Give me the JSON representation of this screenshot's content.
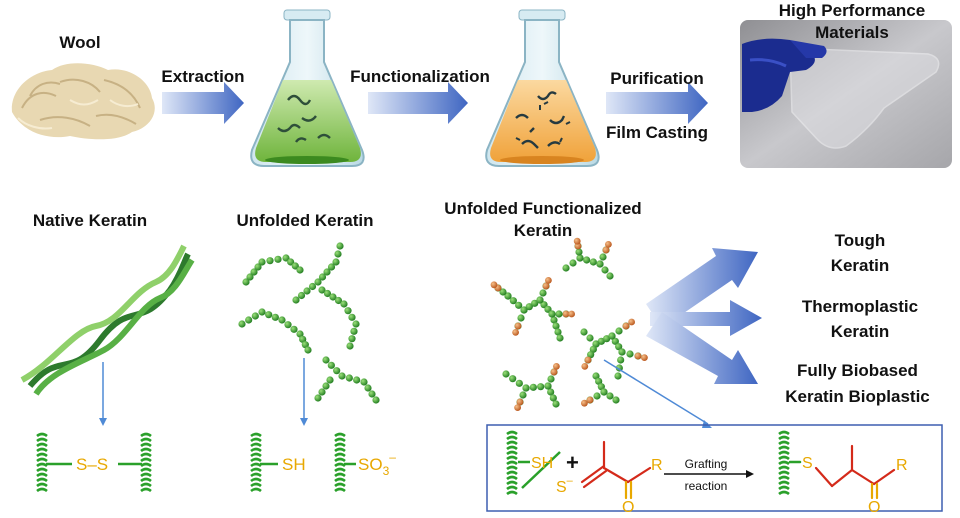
{
  "top_row": {
    "wool_label": "Wool",
    "step1": "Extraction",
    "step2": "Functionalization",
    "step3a": "Purification",
    "step3b": "Film Casting",
    "result_line1": "High Performance",
    "result_line2": "Materials"
  },
  "keratin_states": {
    "native": "Native Keratin",
    "unfolded": "Unfolded Keratin",
    "functionalized_line1": "Unfolded Functionalized",
    "functionalized_line2": "Keratin"
  },
  "outcomes": [
    {
      "line1": "Tough",
      "line2": "Keratin"
    },
    {
      "line1": "Thermoplastic",
      "line2": "Keratin"
    },
    {
      "line1": "Fully Biobased",
      "line2": "Keratin Bioplastic"
    }
  ],
  "chemistry": {
    "disulfide": "S–S",
    "thiol": "SH",
    "sulfite": "SO",
    "sulfite_sub": "3",
    "sulfite_charge": "–",
    "thiolate": "S",
    "thiolate_charge": "–",
    "plus": "+",
    "r_group": "R",
    "oxygen": "O",
    "reaction_line1": "Grafting",
    "reaction_line2": "reaction",
    "product_s": "S",
    "product_r": "R",
    "product_o": "O"
  },
  "colors": {
    "arrow": "#4f77c9",
    "sulfur": "#e8a800",
    "methacrylate": "#d42a1a",
    "helix": "#2aa02a",
    "box_border": "#3d5fb0"
  }
}
